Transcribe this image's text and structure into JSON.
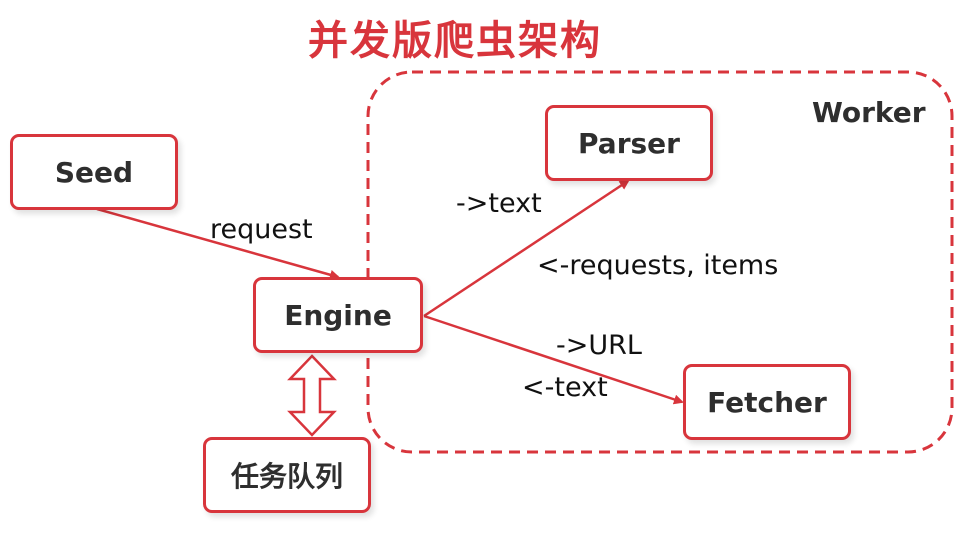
{
  "title": "并发版爬虫架构",
  "colors": {
    "accent": "#d8353c",
    "node_text": "#2e2e2e",
    "label_text": "#111111"
  },
  "group": {
    "label": "Worker"
  },
  "nodes": {
    "seed": "Seed",
    "engine": "Engine",
    "parser": "Parser",
    "fetcher": "Fetcher",
    "task_queue": "任务队列"
  },
  "edge_labels": {
    "seed_engine": "request",
    "engine_parser_out": "->text",
    "engine_parser_back": "<-requests, items",
    "engine_fetcher_out": "->URL",
    "engine_fetcher_back": "<-text"
  }
}
